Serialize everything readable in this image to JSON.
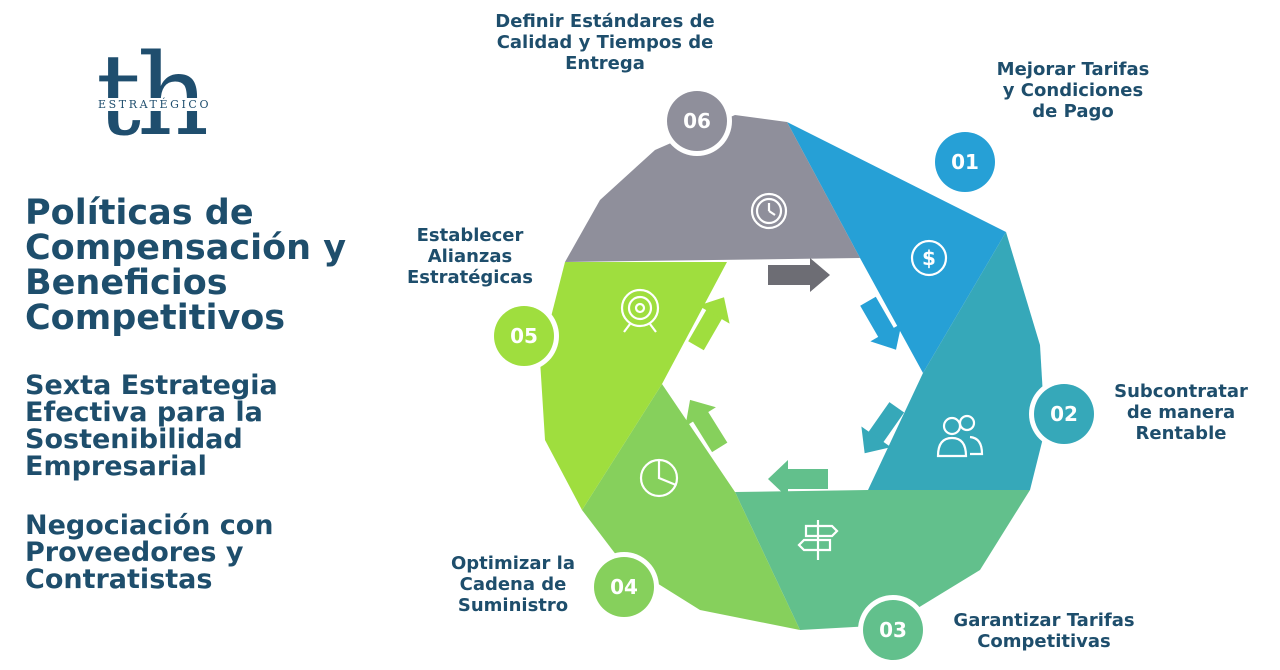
{
  "logo": {
    "letters": "th",
    "subtitle": "ESTRATÉGICO"
  },
  "title": "Políticas de Compensación y Beneficios Competitivos",
  "subtitle": "Sexta Estrategia Efectiva para la Sostenibilidad Empresarial",
  "subtitle2": "Negociación con Proveedores y Contratistas",
  "steps": [
    {
      "number": "01",
      "label": "Mejorar Tarifas y Condiciones de Pago",
      "icon": "dollar-icon",
      "color": "#26a0d6"
    },
    {
      "number": "02",
      "label": "Subcontratar de manera Rentable",
      "icon": "people-icon",
      "color": "#36a8b9"
    },
    {
      "number": "03",
      "label": "Garantizar Tarifas Competitivas",
      "icon": "signpost-icon",
      "color": "#62c08c"
    },
    {
      "number": "04",
      "label": "Optimizar la Cadena de Suministro",
      "icon": "pie-chart-icon",
      "color": "#86d05c"
    },
    {
      "number": "05",
      "label": "Establecer Alianzas Estratégicas",
      "icon": "target-icon",
      "color": "#9fde3e"
    },
    {
      "number": "06",
      "label": "Definir Estándares de Calidad y Tiempos de Entrega",
      "icon": "clock-icon",
      "color": "#8f8f9b"
    }
  ]
}
